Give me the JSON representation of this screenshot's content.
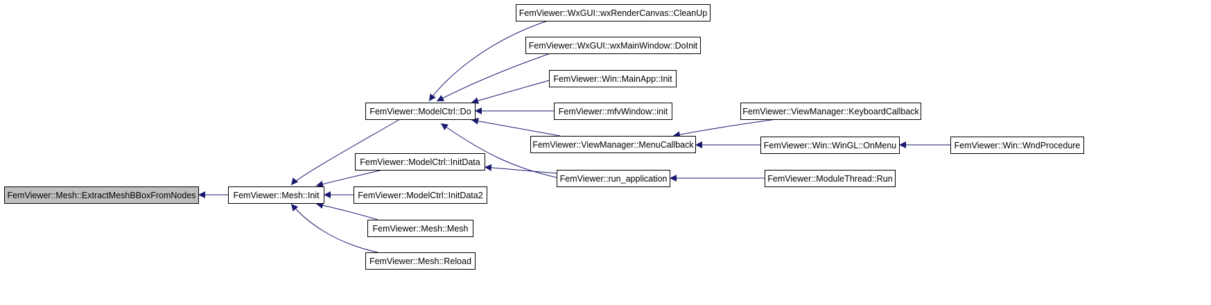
{
  "colors": {
    "edge": "#191970",
    "node_fill": "#ffffff",
    "focus_fill": "#bfbfbf",
    "border": "#000000"
  },
  "graph": {
    "focus": "extract",
    "nodes": [
      {
        "id": "extract",
        "label": "FemViewer::Mesh::ExtractMeshBBoxFromNodes"
      },
      {
        "id": "init",
        "label": "FemViewer::Mesh::Init"
      },
      {
        "id": "do",
        "label": "FemViewer::ModelCtrl::Do"
      },
      {
        "id": "initdata",
        "label": "FemViewer::ModelCtrl::InitData"
      },
      {
        "id": "initdata2",
        "label": "FemViewer::ModelCtrl::InitData2"
      },
      {
        "id": "mesh",
        "label": "FemViewer::Mesh::Mesh"
      },
      {
        "id": "reload",
        "label": "FemViewer::Mesh::Reload"
      },
      {
        "id": "cleanup",
        "label": "FemViewer::WxGUI::wxRenderCanvas::CleanUp"
      },
      {
        "id": "doinit",
        "label": "FemViewer::WxGUI::wxMainWindow::DoInit"
      },
      {
        "id": "mainapp",
        "label": "FemViewer::Win::MainApp::Init"
      },
      {
        "id": "mfv",
        "label": "FemViewer::mfvWindow::init"
      },
      {
        "id": "menucb",
        "label": "FemViewer::ViewManager::MenuCallback"
      },
      {
        "id": "runapp",
        "label": "FemViewer::run_application"
      },
      {
        "id": "keycb",
        "label": "FemViewer::ViewManager::KeyboardCallback"
      },
      {
        "id": "onmenu",
        "label": "FemViewer::Win::WinGL::OnMenu"
      },
      {
        "id": "modthread",
        "label": "FemViewer::ModuleThread::Run"
      },
      {
        "id": "wndproc",
        "label": "FemViewer::Win::WndProcedure"
      }
    ],
    "edges": [
      {
        "from": "init",
        "to": "extract"
      },
      {
        "from": "do",
        "to": "init"
      },
      {
        "from": "initdata",
        "to": "init"
      },
      {
        "from": "initdata2",
        "to": "init"
      },
      {
        "from": "mesh",
        "to": "init"
      },
      {
        "from": "reload",
        "to": "init"
      },
      {
        "from": "cleanup",
        "to": "do"
      },
      {
        "from": "doinit",
        "to": "do"
      },
      {
        "from": "mainapp",
        "to": "do"
      },
      {
        "from": "mfv",
        "to": "do"
      },
      {
        "from": "menucb",
        "to": "do"
      },
      {
        "from": "runapp",
        "to": "do"
      },
      {
        "from": "runapp",
        "to": "initdata"
      },
      {
        "from": "keycb",
        "to": "menucb"
      },
      {
        "from": "onmenu",
        "to": "menucb"
      },
      {
        "from": "modthread",
        "to": "runapp"
      },
      {
        "from": "wndproc",
        "to": "onmenu"
      }
    ]
  }
}
